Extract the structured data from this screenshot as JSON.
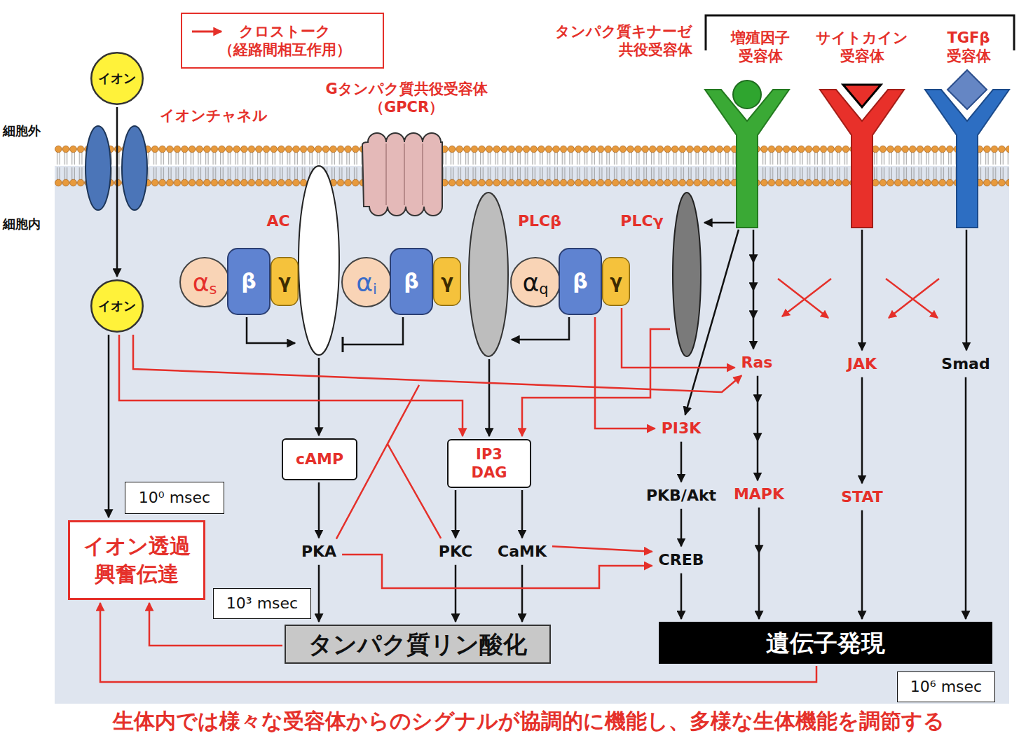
{
  "diagram": {
    "caption": "生体内では様々な受容体からのシグナルが協調的に機能し、多様な生体機能を調節する",
    "nodes": [
      {
        "text": [
          "イオン"
        ]
      },
      {
        "text": [
          "イオンチャネル"
        ]
      },
      {
        "text": [
          "Gタンパク質共役受容体 （GPCR）"
        ]
      },
      {
        "text": [
          "AC"
        ]
      },
      {
        "text": [
          "PLCβ"
        ]
      },
      {
        "text": [
          "増殖因子 受容体"
        ]
      },
      {
        "text": [
          "サイトカイン 受容体"
        ]
      },
      {
        "text": [
          "TGFβ 受容体"
        ]
      },
      {
        "text": [
          "PLCγ"
        ]
      },
      {
        "text": [
          "α",
          "s"
        ]
      },
      {
        "text": [
          "β"
        ]
      },
      {
        "text": [
          "γ"
        ]
      },
      {
        "text": [
          "α",
          "i"
        ]
      },
      {
        "text": [
          "β"
        ]
      },
      {
        "text": [
          "γ"
        ]
      },
      {
        "text": [
          "α",
          "q"
        ]
      },
      {
        "text": [
          "β"
        ]
      },
      {
        "text": [
          "γ"
        ]
      },
      {
        "text": [
          "イオン"
        ]
      },
      {
        "text": [
          "Ras"
        ]
      },
      {
        "text": [
          "JAK"
        ]
      },
      {
        "text": [
          "Smad"
        ]
      },
      {
        "text": [
          "PI3K"
        ]
      },
      {
        "text": [
          "cAMP"
        ]
      },
      {
        "text": [
          "IP3 DAG"
        ]
      },
      {
        "text": [
          "PKB/Akt"
        ]
      },
      {
        "text": [
          "MAPK"
        ]
      },
      {
        "text": [
          "STAT"
        ]
      },
      {
        "text": [
          "10⁰ msec"
        ]
      },
      {
        "text": [
          "イオン透過 興奮伝達"
        ]
      },
      {
        "text": [
          "PKA"
        ]
      },
      {
        "text": [
          "PKC"
        ]
      },
      {
        "text": [
          "CaMK"
        ]
      },
      {
        "text": [
          "CREB"
        ]
      },
      {
        "text": [
          "10³ msec"
        ]
      },
      {
        "text": [
          "タンパク質リン酸化"
        ]
      },
      {
        "text": [
          "遺伝子発現"
        ]
      },
      {
        "text": [
          "10⁶ msec"
        ]
      }
    ],
    "edges": [
      {
        "from": 0,
        "to": 18,
        "arrow": "to"
      },
      {
        "from": 18,
        "to": 29,
        "arrow": "to"
      },
      {
        "from": 10,
        "to": 3,
        "arrow": "to"
      },
      {
        "from": 13,
        "to": 3,
        "arrow": "to"
      },
      {
        "from": 16,
        "to": 4,
        "arrow": "to"
      },
      {
        "from": 3,
        "to": 23,
        "arrow": "to"
      },
      {
        "from": 4,
        "to": 24,
        "arrow": "to"
      },
      {
        "from": 23,
        "to": 30,
        "arrow": "to"
      },
      {
        "from": 24,
        "to": 31,
        "arrow": "to"
      },
      {
        "from": 24,
        "to": 32,
        "arrow": "to"
      },
      {
        "from": 30,
        "to": 35,
        "arrow": "to"
      },
      {
        "from": 31,
        "to": 35,
        "arrow": "to"
      },
      {
        "from": 32,
        "to": 35,
        "arrow": "to"
      },
      {
        "from": 5,
        "to": 8,
        "arrow": "to"
      },
      {
        "from": 5,
        "to": 22,
        "arrow": "to"
      },
      {
        "from": 5,
        "to": 19,
        "arrow": "to"
      },
      {
        "from": 6,
        "to": 20,
        "arrow": "to"
      },
      {
        "from": 7,
        "to": 21,
        "arrow": "to"
      },
      {
        "from": 19,
        "to": 26,
        "arrow": "to"
      },
      {
        "from": 20,
        "to": 27,
        "arrow": "to"
      },
      {
        "from": 22,
        "to": 25,
        "arrow": "to"
      },
      {
        "from": 25,
        "to": 33,
        "arrow": "to"
      },
      {
        "from": 33,
        "to": 36,
        "arrow": "to"
      },
      {
        "from": 26,
        "to": 36,
        "arrow": "to"
      },
      {
        "from": 27,
        "to": 36,
        "arrow": "to"
      },
      {
        "from": 21,
        "to": 36,
        "arrow": "to"
      },
      {
        "from": 18,
        "to": 24,
        "arrow": "to"
      },
      {
        "from": 18,
        "to": 19,
        "arrow": "to"
      },
      {
        "from": 16,
        "to": 22,
        "arrow": "to"
      },
      {
        "from": 17,
        "to": 19,
        "arrow": "to"
      },
      {
        "from": 8,
        "to": 24,
        "arrow": "to"
      },
      {
        "from": 30,
        "to": 31,
        "arrow": "none"
      },
      {
        "from": 30,
        "to": 33,
        "arrow": "to"
      },
      {
        "from": 32,
        "to": 33,
        "arrow": "to"
      },
      {
        "from": 35,
        "to": 29,
        "arrow": "to"
      },
      {
        "from": 36,
        "to": 29,
        "arrow": "to"
      }
    ],
    "labels": [
      "細胞外",
      "細胞内",
      "タンパク質キナーゼ 共役受容体"
    ],
    "legend": [
      {
        "text": "クロストーク （経路間相互作用）"
      }
    ]
  }
}
